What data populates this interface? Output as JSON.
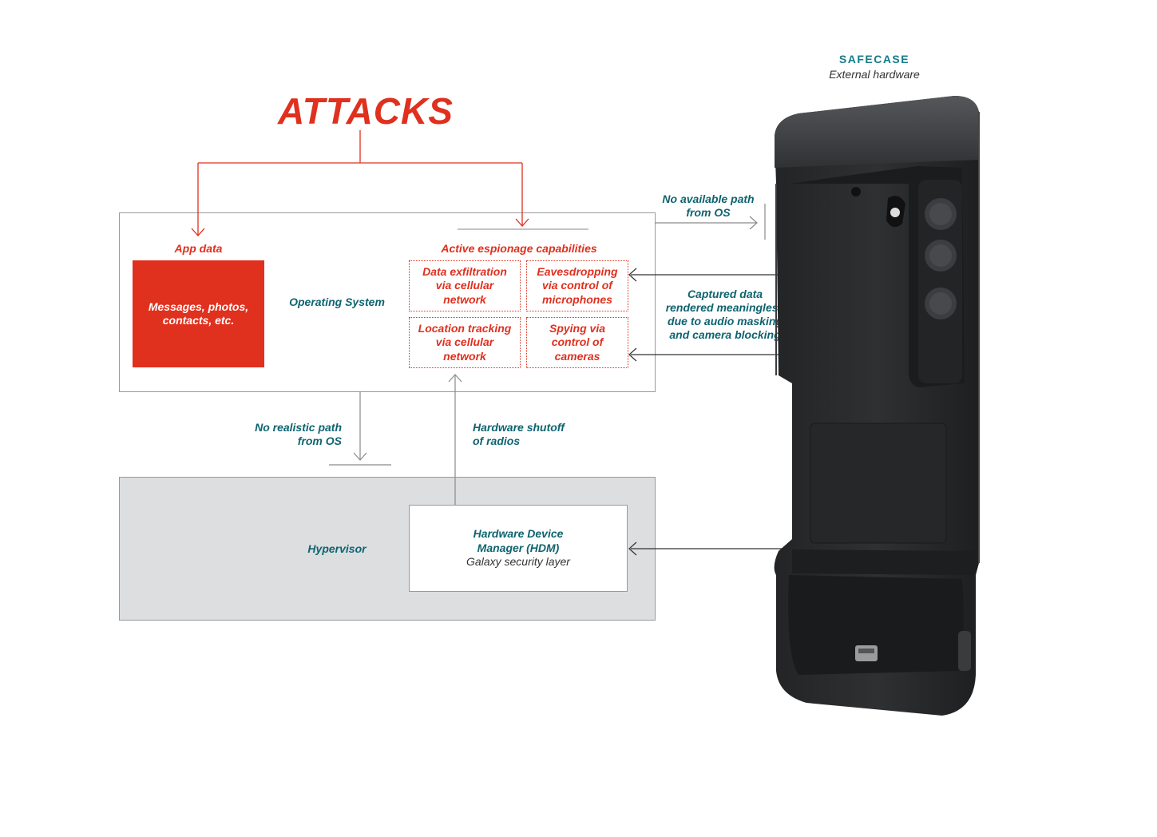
{
  "title": "ATTACKS",
  "device": {
    "brand": "SAFECASE",
    "subtitle": "External hardware",
    "body_color": "#2c2d2f"
  },
  "os_layer": {
    "label": "Operating System",
    "app_data": {
      "heading": "App data",
      "content": "Messages, photos,\ncontacts, etc."
    },
    "espionage": {
      "heading": "Active espionage capabilities",
      "items": [
        "Data exfiltration\nvia cellular\nnetwork",
        "Eavesdropping\nvia control of\nmicrophones",
        "Location tracking\nvia cellular\nnetwork",
        "Spying via\ncontrol of\ncameras"
      ]
    }
  },
  "hypervisor_layer": {
    "label": "Hypervisor",
    "hdm": {
      "name": "Hardware Device\nManager (HDM)",
      "subtitle": "Galaxy security layer"
    }
  },
  "annotations": {
    "no_available_path": "No available path\nfrom OS",
    "captured_data": "Captured data\nrendered meaningless\ndue to audio masking\nand camera blocking",
    "no_realistic_path": "No realistic path\nfrom OS",
    "hardware_shutoff": "Hardware shutoff\nof radios"
  },
  "colors": {
    "accent_red": "#e0301e",
    "teal": "#0e6470",
    "hypervisor_fill": "#dcdee0",
    "border_gray": "#9a9a9a"
  }
}
